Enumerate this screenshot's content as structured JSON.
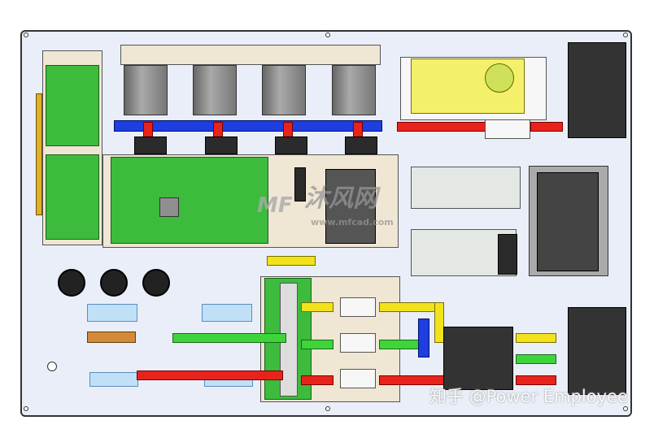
{
  "watermark_site": {
    "logo_text": "MF",
    "name": "沐风网",
    "url": "www.mfcad.com"
  },
  "watermark_author": "知乎 @Power Employee",
  "colors": {
    "panel": "#e9eef8",
    "pcb": "#3dbb3d",
    "bus_red": "#e8231c",
    "bus_green": "#3ed43a",
    "bus_yellow": "#f2e21c",
    "bus_blue": "#1e3ee0",
    "power_supply": "#f5f06a"
  }
}
